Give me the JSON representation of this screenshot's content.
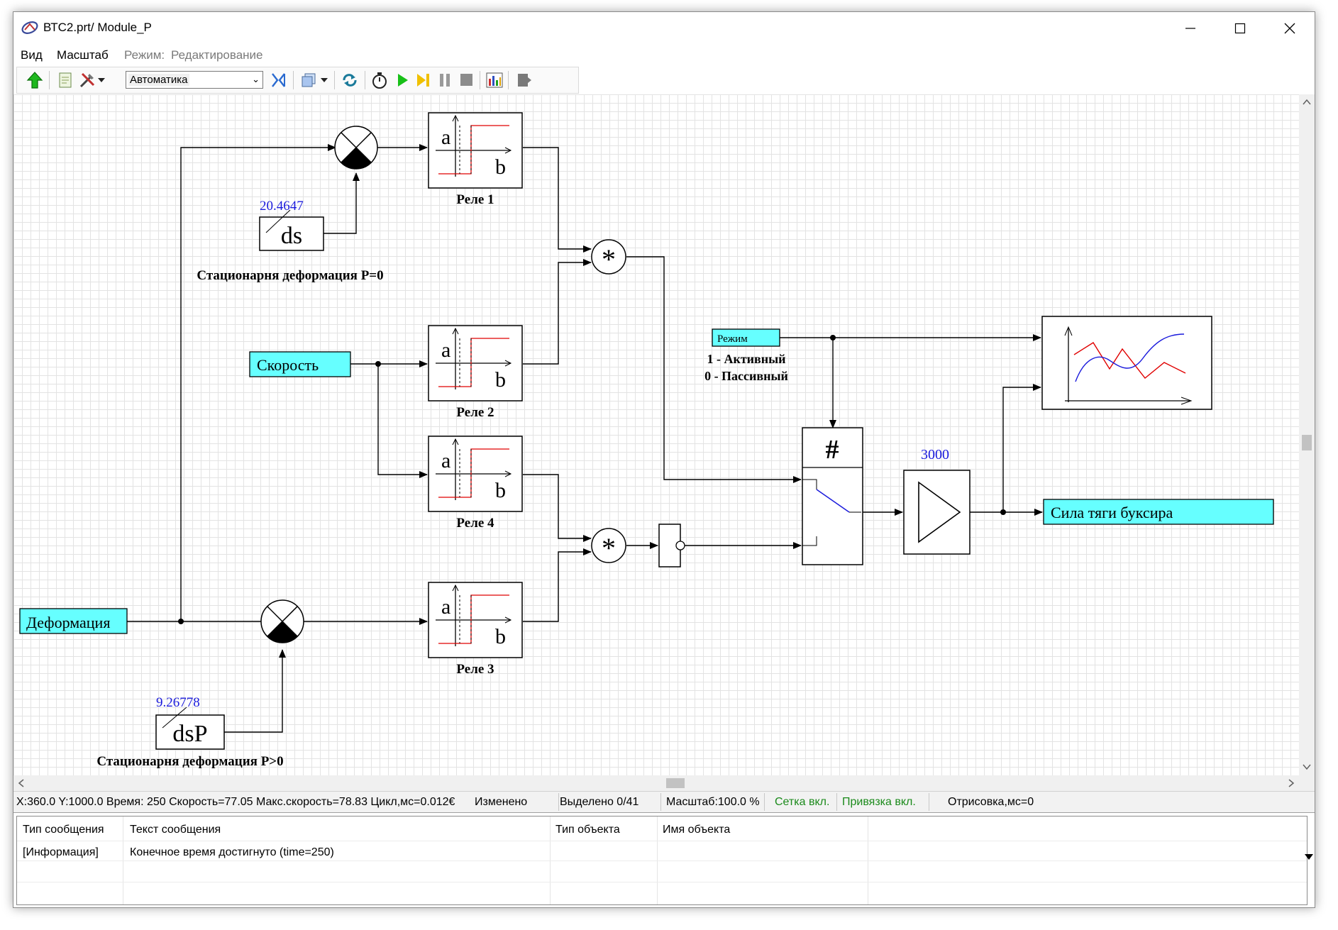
{
  "window": {
    "title": "ВТС2.prt/ Module_P",
    "minimize_glyph": "—",
    "maximize_glyph": "☐",
    "close_glyph": "✕"
  },
  "menu": {
    "items": [
      "Вид",
      "Масштаб"
    ],
    "mode_label": "Режим:",
    "mode_value": "Редактирование"
  },
  "toolbar": {
    "mode_select_value": "Автоматика",
    "icons": [
      "up-arrow-icon",
      "script-icon",
      "tools-icon",
      "dropdown-arrow-icon",
      "tree-icon",
      "copy-icon",
      "dropdown-arrow-icon",
      "refresh-icon",
      "timer-icon",
      "play-icon",
      "step-icon",
      "pause-icon",
      "stop-icon",
      "chart-icon",
      "exit-icon"
    ]
  },
  "diagram": {
    "blocks": {
      "rele1": {
        "label": "Реле 1",
        "a": "a",
        "b": "b"
      },
      "rele2": {
        "label": "Реле 2",
        "a": "a",
        "b": "b"
      },
      "rele3": {
        "label": "Реле 3",
        "a": "a",
        "b": "b"
      },
      "rele4": {
        "label": "Реле 4",
        "a": "a",
        "b": "b"
      },
      "ds": {
        "text": "ds",
        "value": "20.4647",
        "caption": "Стационарня деформация P=0"
      },
      "dsP": {
        "text": "dsP",
        "value": "9.26778",
        "caption": "Стационарня деформация P>0"
      },
      "skorost": {
        "text": "Скорость"
      },
      "deformaciya": {
        "text": "Деформация"
      },
      "rezhim": {
        "text": "Режим",
        "line1": "1 - Активный",
        "line2": "0 - Пассивный"
      },
      "switch": {
        "text": "#"
      },
      "gain": {
        "value": "3000"
      },
      "output": {
        "text": "Сила тяги буксира"
      },
      "mult1": {
        "text": "*"
      },
      "mult2": {
        "text": "*"
      }
    },
    "colors": {
      "input_fill": "#66ffff",
      "value_text": "#1a1adc",
      "relay_line": "#e00000",
      "plot_red": "#e00000",
      "plot_blue": "#1a1adc"
    }
  },
  "status": {
    "coords": "X:360.0  Y:1000.0 Время: 250 Скорость=77.05 Макс.скорость=78.83 Цикл,мс=0.012€",
    "changed": "Изменено",
    "selected": "Выделено 0/41",
    "scale": "Масштаб:100.0 %",
    "grid": "Сетка вкл.",
    "snap": "Привязка вкл.",
    "render": "Отрисовка,мс=0"
  },
  "messages": {
    "headers": [
      "Тип сообщения",
      "Текст сообщения",
      "Тип объекта",
      "Имя объекта"
    ],
    "rows": [
      {
        "type": "[Информация]",
        "text": "Конечное время достигнуто (time=250)",
        "obj_type": "",
        "obj_name": ""
      }
    ]
  }
}
